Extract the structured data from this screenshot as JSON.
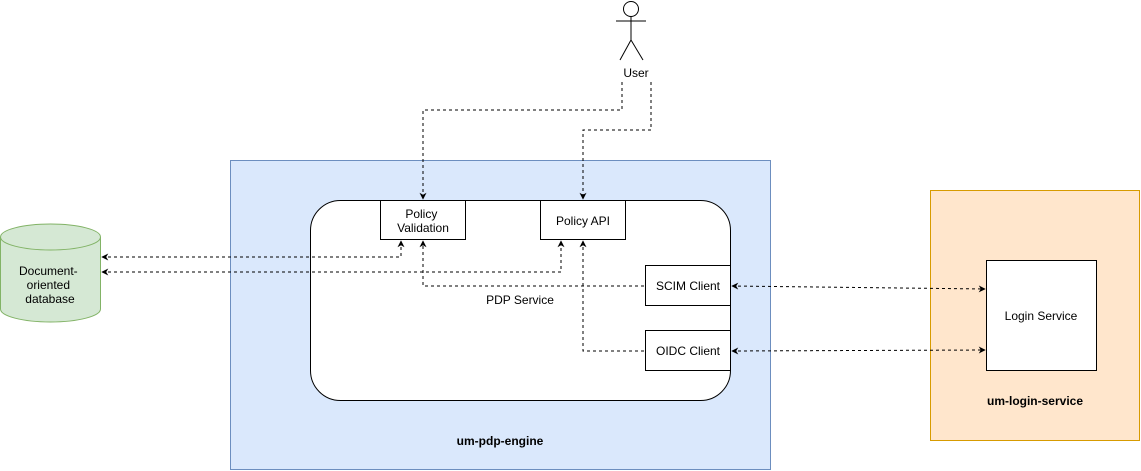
{
  "colors": {
    "pdp_engine_fill": "#dae8fc",
    "pdp_engine_stroke": "#6c8ebf",
    "login_fill": "#ffe6cc",
    "login_stroke": "#d79b00",
    "database_fill": "#d5e8d4",
    "database_stroke": "#82b366",
    "box_fill": "#ffffff",
    "line": "#000000"
  },
  "user": {
    "icon": "stick-figure-icon",
    "label": "User"
  },
  "database": {
    "icon": "cylinder-database-icon",
    "label_lines": [
      "Document-",
      "oriented",
      "database"
    ]
  },
  "pdp_engine": {
    "label": "um-pdp-engine"
  },
  "pdp_service": {
    "label": "PDP Service"
  },
  "policy_validation": {
    "label_lines": [
      "Policy",
      "Validation"
    ]
  },
  "policy_api": {
    "label": "Policy API"
  },
  "scim_client": {
    "label": "SCIM Client"
  },
  "oidc_client": {
    "label": "OIDC Client"
  },
  "login_container": {
    "label": "um-login-service"
  },
  "login_service": {
    "label": "Login Service"
  }
}
